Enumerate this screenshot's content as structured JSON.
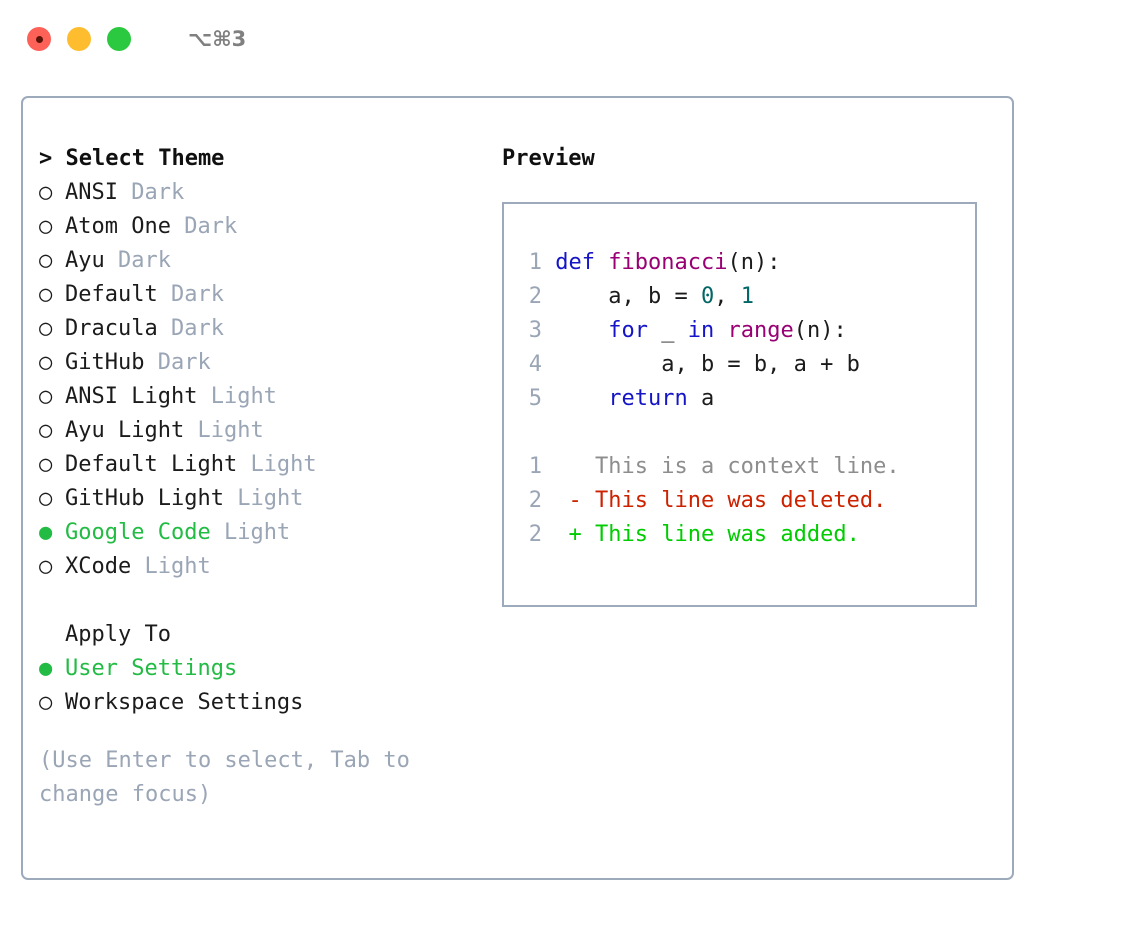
{
  "titlebar": {
    "shortcut": "⌥⌘3",
    "buttons": [
      "close",
      "minimize",
      "zoom"
    ],
    "colors": {
      "close": "#fd6158",
      "minimize": "#febd2f",
      "zoom": "#2bc940"
    }
  },
  "colors": {
    "panel_border": "#9daabb",
    "selected_green": "#22bb44",
    "muted": "#9aa5b5",
    "keyword": "#1515c7",
    "function": "#990073",
    "number": "#006666",
    "diff_add": "#00cc00",
    "diff_del": "#cc2200",
    "diff_context": "#8d8d8d"
  },
  "theme_panel": {
    "header": {
      "prefix": "> ",
      "label": "Select Theme"
    },
    "marker_unselected": "○",
    "marker_selected": "●",
    "items": [
      {
        "name": "ANSI",
        "mode": "Dark",
        "selected": false
      },
      {
        "name": "Atom One",
        "mode": "Dark",
        "selected": false
      },
      {
        "name": "Ayu",
        "mode": "Dark",
        "selected": false
      },
      {
        "name": "Default",
        "mode": "Dark",
        "selected": false
      },
      {
        "name": "Dracula",
        "mode": "Dark",
        "selected": false
      },
      {
        "name": "GitHub",
        "mode": "Dark",
        "selected": false
      },
      {
        "name": "ANSI Light",
        "mode": "Light",
        "selected": false
      },
      {
        "name": "Ayu Light",
        "mode": "Light",
        "selected": false
      },
      {
        "name": "Default Light",
        "mode": "Light",
        "selected": false
      },
      {
        "name": "GitHub Light",
        "mode": "Light",
        "selected": false
      },
      {
        "name": "Google Code",
        "mode": "Light",
        "selected": true
      },
      {
        "name": "XCode",
        "mode": "Light",
        "selected": false
      }
    ]
  },
  "apply_to": {
    "header": "Apply To",
    "items": [
      {
        "name": "User Settings",
        "selected": true
      },
      {
        "name": "Workspace Settings",
        "selected": false
      }
    ]
  },
  "hint": "(Use Enter to select, Tab to change focus)",
  "preview": {
    "title": "Preview",
    "code_lines": [
      {
        "no": "1",
        "tokens": [
          {
            "t": "def",
            "c": "kw"
          },
          {
            "t": " ",
            "c": "txt"
          },
          {
            "t": "fibonacci",
            "c": "fn"
          },
          {
            "t": "(n):",
            "c": "punc"
          }
        ]
      },
      {
        "no": "2",
        "tokens": [
          {
            "t": "    a, b = ",
            "c": "txt"
          },
          {
            "t": "0",
            "c": "num"
          },
          {
            "t": ", ",
            "c": "txt"
          },
          {
            "t": "1",
            "c": "num"
          }
        ]
      },
      {
        "no": "3",
        "tokens": [
          {
            "t": "    ",
            "c": "txt"
          },
          {
            "t": "for",
            "c": "kw"
          },
          {
            "t": " _ ",
            "c": "txt"
          },
          {
            "t": "in",
            "c": "kw"
          },
          {
            "t": " ",
            "c": "txt"
          },
          {
            "t": "range",
            "c": "fn"
          },
          {
            "t": "(n):",
            "c": "punc"
          }
        ]
      },
      {
        "no": "4",
        "tokens": [
          {
            "t": "        a, b = b, a + b",
            "c": "txt"
          }
        ]
      },
      {
        "no": "5",
        "tokens": [
          {
            "t": "    ",
            "c": "txt"
          },
          {
            "t": "return",
            "c": "kw"
          },
          {
            "t": " a",
            "c": "txt"
          }
        ]
      }
    ],
    "diff_lines": [
      {
        "no": "1",
        "sign": " ",
        "text": "This is a context line.",
        "kind": "context"
      },
      {
        "no": "2",
        "sign": "-",
        "text": "This line was deleted.",
        "kind": "del"
      },
      {
        "no": "2",
        "sign": "+",
        "text": "This line was added.",
        "kind": "add"
      }
    ]
  }
}
